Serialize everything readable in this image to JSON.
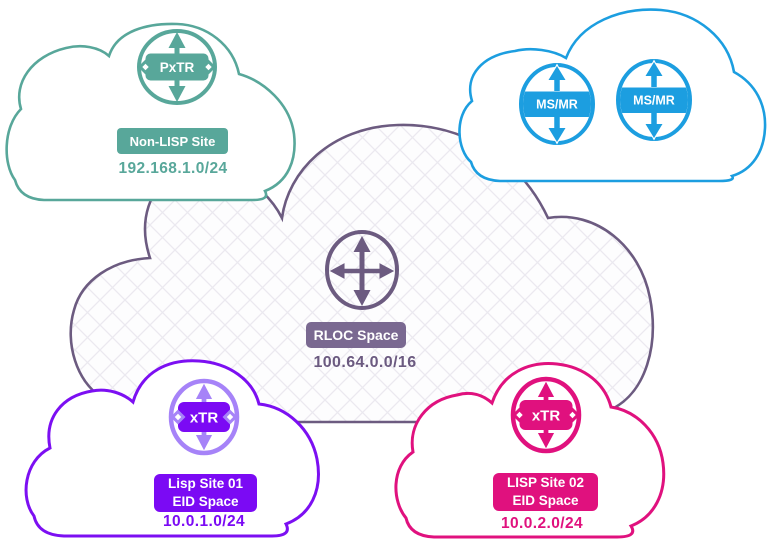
{
  "palette": {
    "teal": "#58A79A",
    "blue": "#1C9EE0",
    "purple_gray": "#6C5B80",
    "purple_badge": "#7A6991",
    "violet": "#7B0AF4",
    "violet_light": "#A683F8",
    "pink": "#E0117E"
  },
  "non_lisp_site": {
    "router": "PxTR",
    "badge": "Non-LISP Site",
    "subnet": "192.168.1.0/24"
  },
  "mapping_system": {
    "router_1": "MS/MR",
    "router_2": "MS/MR"
  },
  "rloc_space": {
    "badge": "RLOC Space",
    "subnet": "100.64.0.0/16"
  },
  "lisp_site_01": {
    "router": "xTR",
    "badge_line1": "Lisp Site 01",
    "badge_line2": "EID Space",
    "subnet": "10.0.1.0/24"
  },
  "lisp_site_02": {
    "router": "xTR",
    "badge_line1": "LISP Site 02",
    "badge_line2": "EID Space",
    "subnet": "10.0.2.0/24"
  }
}
